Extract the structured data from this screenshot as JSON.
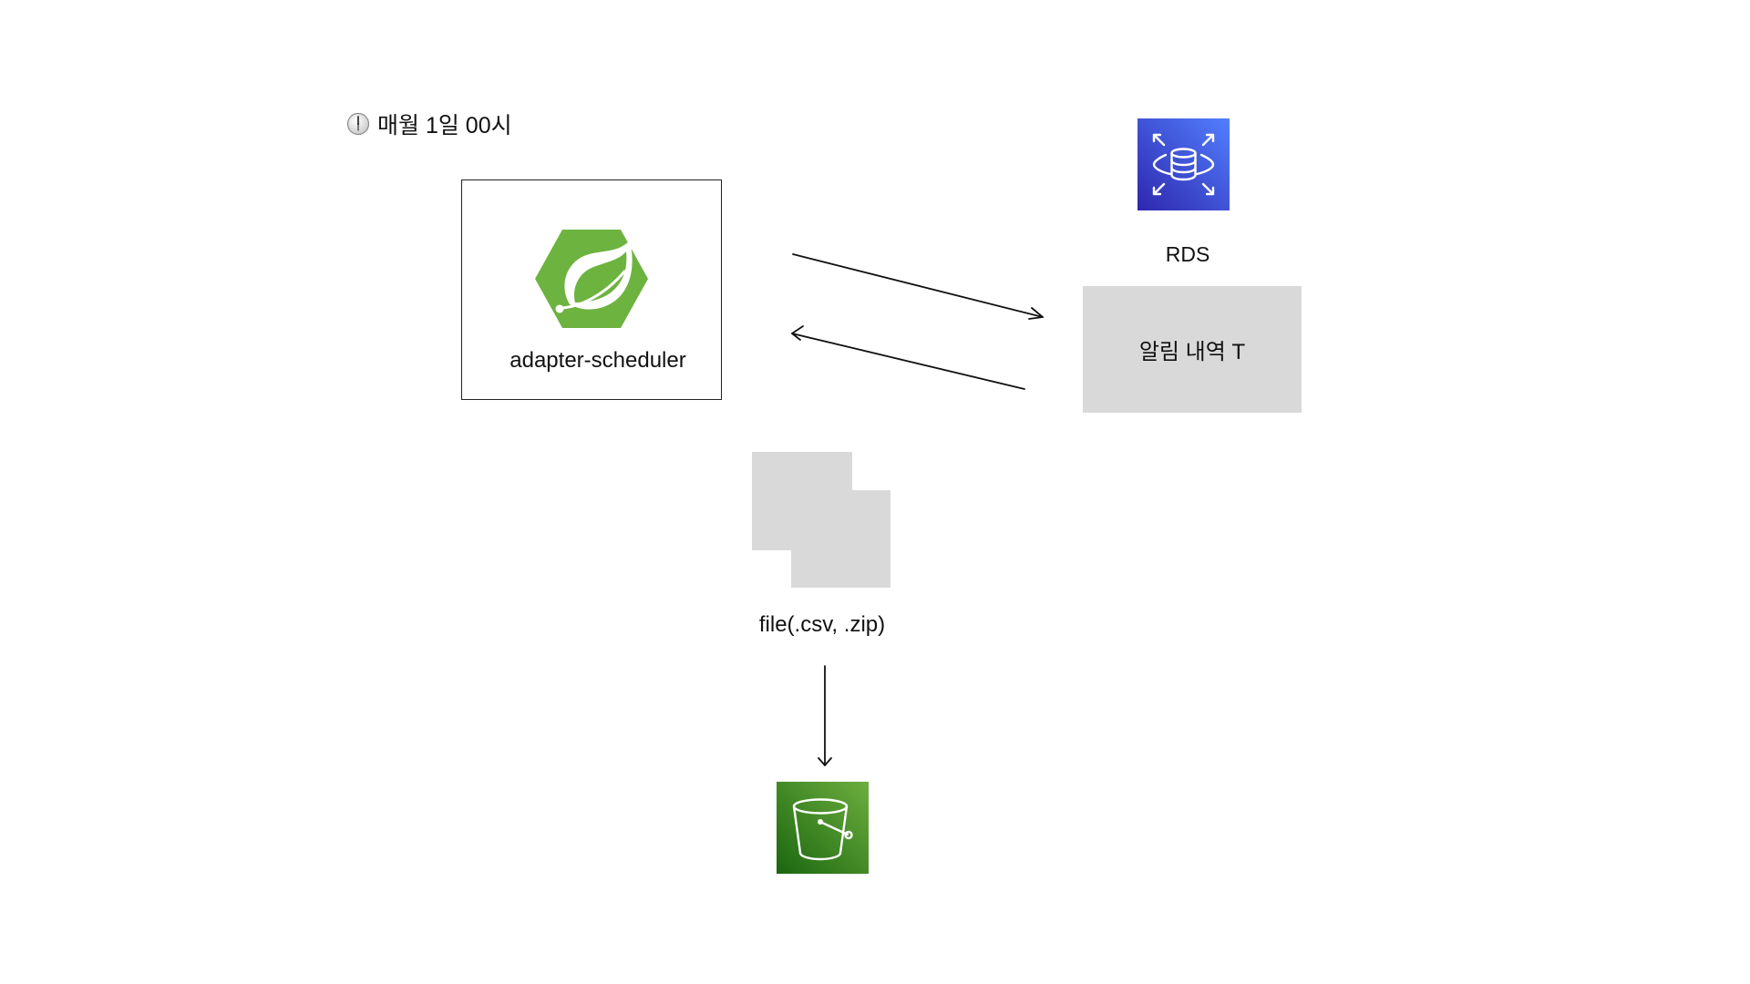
{
  "schedule": {
    "label": "매월 1일 00시",
    "icon": "clock-icon"
  },
  "scheduler": {
    "label": "adapter-scheduler",
    "icon": "spring-leaf-icon",
    "brand_color": "#6db33f"
  },
  "rds": {
    "label": "RDS",
    "icon": "rds-database-icon",
    "brand_color": "#3b48cc"
  },
  "notification_table": {
    "label": "알림 내역 T",
    "fill_color": "#d9d9d9"
  },
  "file": {
    "label": "file(.csv, .zip)",
    "icon": "file-stack-icon"
  },
  "s3": {
    "icon": "s3-bucket-icon",
    "brand_color": "#3f8624"
  },
  "connections": [
    {
      "from": "scheduler",
      "to": "notification_table"
    },
    {
      "from": "notification_table",
      "to": "scheduler"
    },
    {
      "from": "file",
      "to": "s3"
    }
  ]
}
